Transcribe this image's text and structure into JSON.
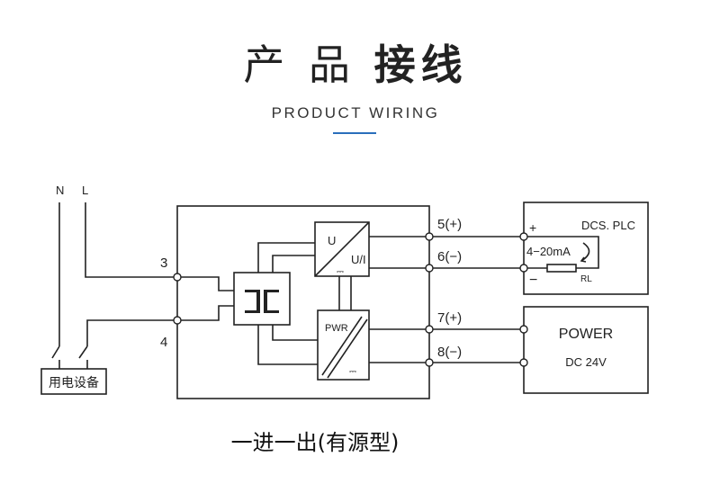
{
  "header": {
    "title_light": "产 品",
    "title_bold": "接线",
    "subtitle": "PRODUCT WIRING"
  },
  "colors": {
    "accent": "#2a6ebb",
    "line": "#222222"
  },
  "diagram": {
    "supply_labels": [
      "N",
      "L"
    ],
    "device_label": "用电设备",
    "input_terminals": [
      "3",
      "4"
    ],
    "converter_labels": {
      "in": "U",
      "out": "U/I",
      "dc": "⎓"
    },
    "power_module_label": "PWR",
    "output_terminals": [
      "5(+)",
      "6(−)",
      "7(+)",
      "8(−)"
    ],
    "dcs": {
      "title": "DCS. PLC",
      "plus": "+",
      "minus": "−",
      "signal": "4−20mA",
      "resistor": "RL"
    },
    "power": {
      "title": "POWER",
      "spec": "DC 24V"
    }
  },
  "caption": "一进一出(有源型)"
}
